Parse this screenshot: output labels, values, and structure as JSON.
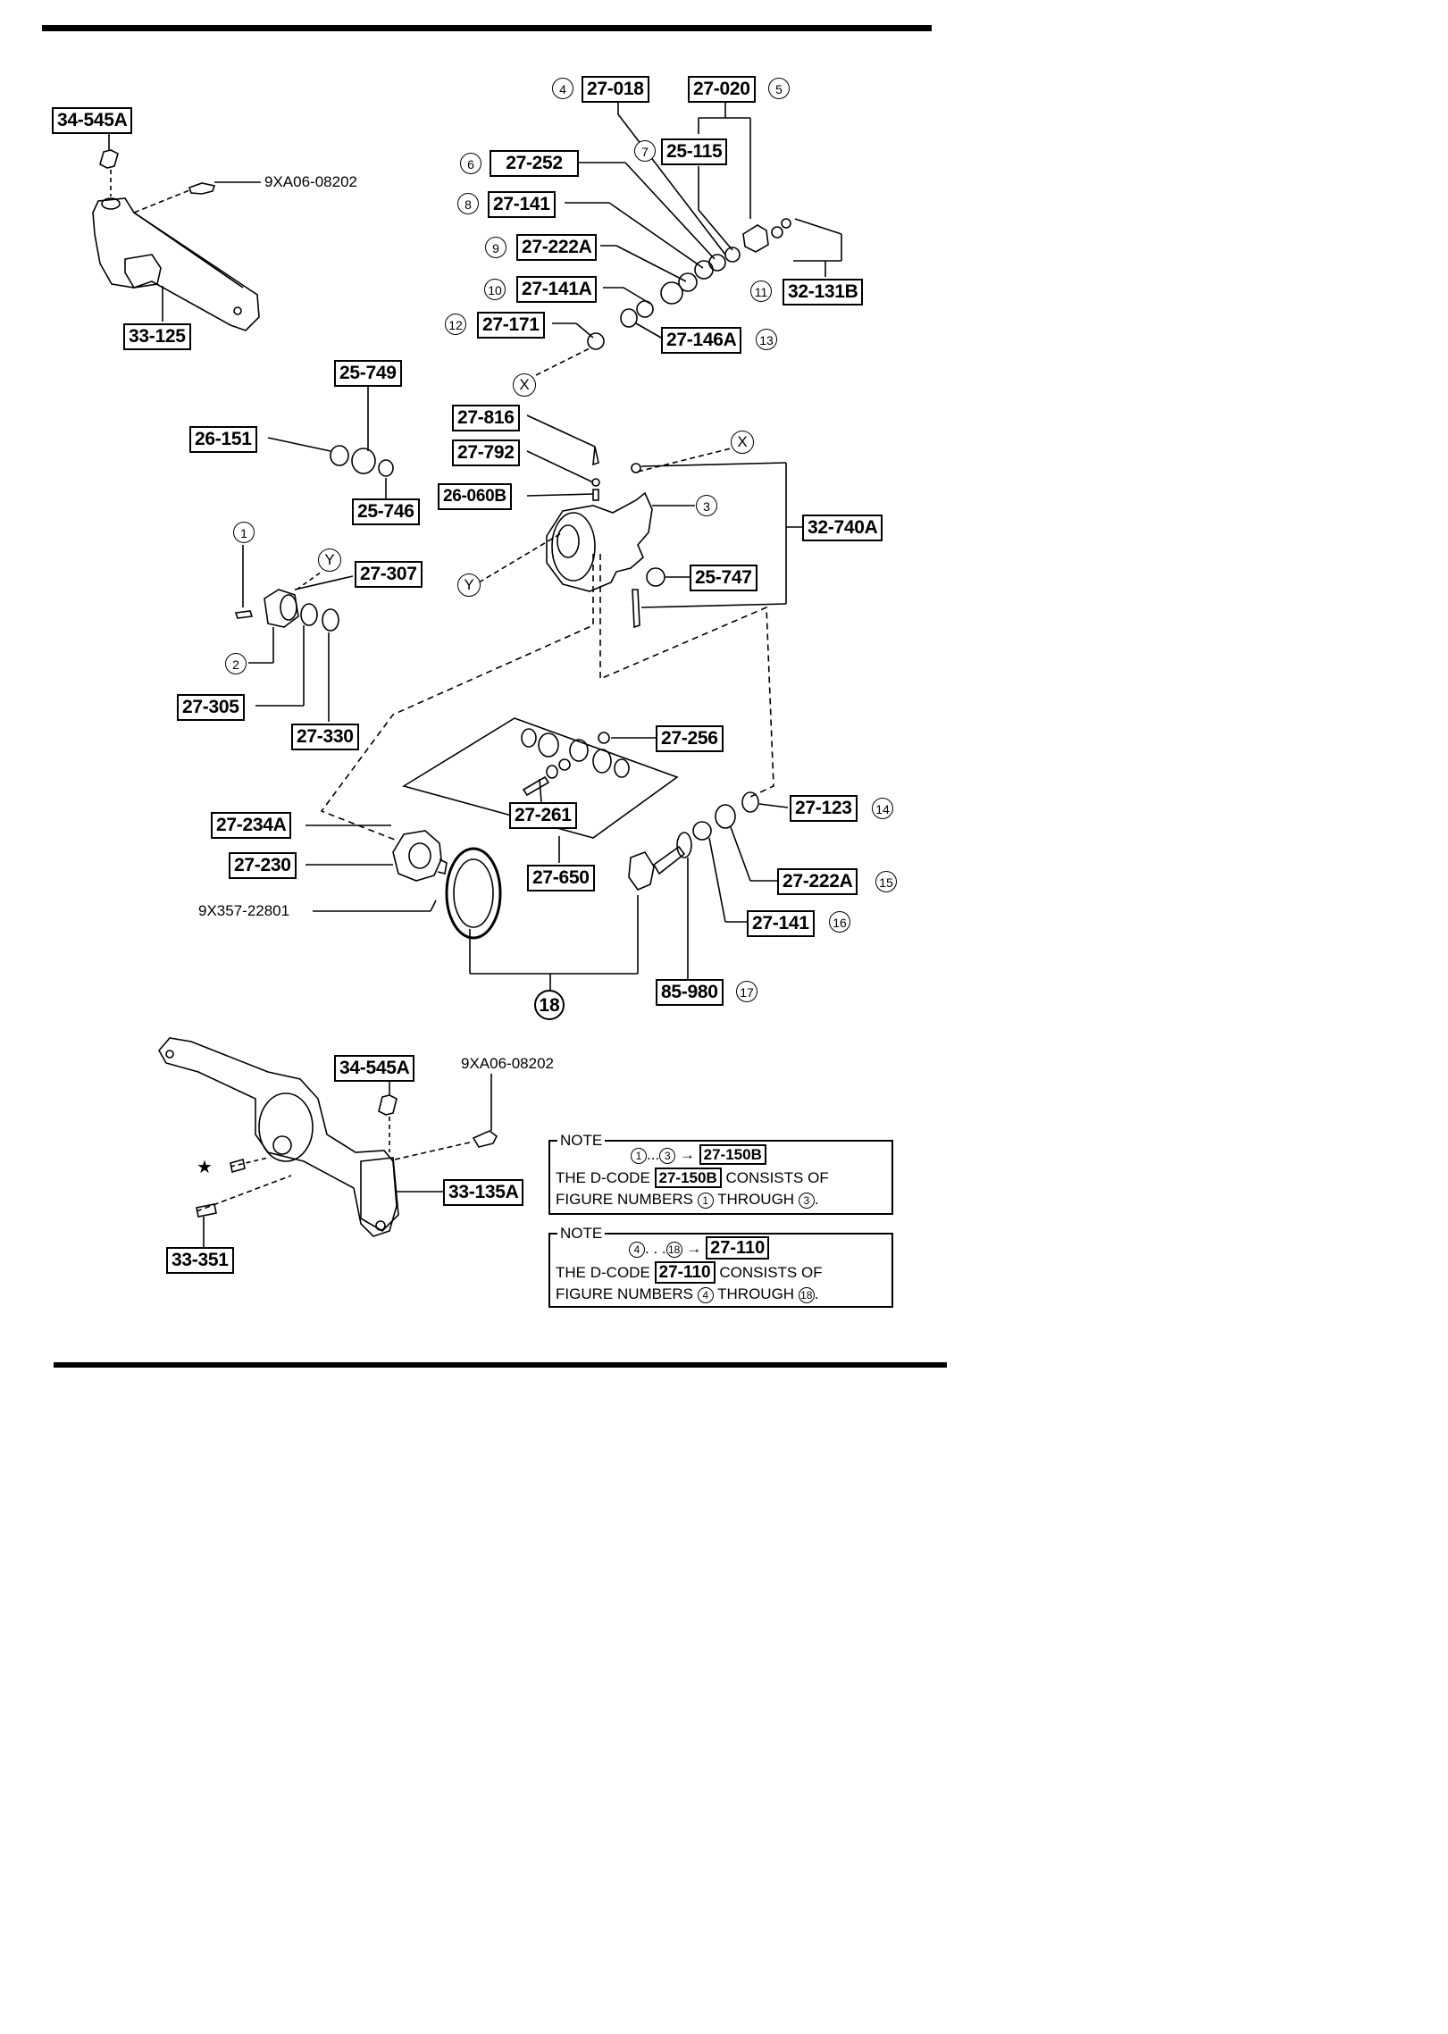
{
  "labels": {
    "l34545A_top": "34-545A",
    "l9XA06_top": "9XA06-08202",
    "l33125": "33-125",
    "l27018": "27-018",
    "l27020": "27-020",
    "l25115": "25-115",
    "l27252": "27-252",
    "l27141_top": "27-141",
    "l27222A_top": "27-222A",
    "l27141A": "27-141A",
    "l27171": "27-171",
    "l27146A": "27-146A",
    "l32131B": "32-131B",
    "l25749": "25-749",
    "l26151": "26-151",
    "l25746": "25-746",
    "l27816": "27-816",
    "l27792": "27-792",
    "l26060B": "26-060B",
    "l32740A": "32-740A",
    "l25747": "25-747",
    "l27307": "27-307",
    "l27305": "27-305",
    "l27330": "27-330",
    "l27256": "27-256",
    "l27261": "27-261",
    "l27650": "27-650",
    "l27234A": "27-234A",
    "l27230": "27-230",
    "l9X357": "9X357-22801",
    "l27123": "27-123",
    "l27222A_bot": "27-222A",
    "l27141_bot": "27-141",
    "l85980": "85-980",
    "l34545A_bot": "34-545A",
    "l9XA06_bot": "9XA06-08202",
    "l33135A": "33-135A",
    "l33351": "33-351"
  },
  "refs": {
    "n1": "1",
    "n2": "2",
    "n3": "3",
    "n4": "4",
    "n5": "5",
    "n6": "6",
    "n7": "7",
    "n8": "8",
    "n9": "9",
    "n10": "10",
    "n11": "11",
    "n12": "12",
    "n13": "13",
    "n14": "14",
    "n15": "15",
    "n16": "16",
    "n17": "17",
    "n18": "18",
    "x1": "X",
    "x2": "X",
    "y1": "Y",
    "y2": "Y",
    "star": "★"
  },
  "notes": {
    "note1": {
      "title": "NOTE",
      "range_start": "1",
      "range_dots": "...",
      "range_end": "3",
      "arrow": "→",
      "code": "27-150B",
      "line2_pre": "THE D-CODE",
      "line2_code": "27-150B",
      "line2_post": "CONSISTS OF",
      "line3_pre": "FIGURE NUMBERS",
      "line3_a": "1",
      "line3_mid": "THROUGH",
      "line3_b": "3",
      "line3_end": "."
    },
    "note2": {
      "title": "NOTE",
      "range_start": "4",
      "range_dots": ". . .",
      "range_end": "18",
      "arrow": "→",
      "code": "27-110",
      "line2_pre": "THE D-CODE",
      "line2_code": "27-110",
      "line2_post": "CONSISTS OF",
      "line3_pre": "FIGURE NUMBERS",
      "line3_a": "4",
      "line3_mid": "THROUGH",
      "line3_b": "18",
      "line3_end": "."
    }
  }
}
